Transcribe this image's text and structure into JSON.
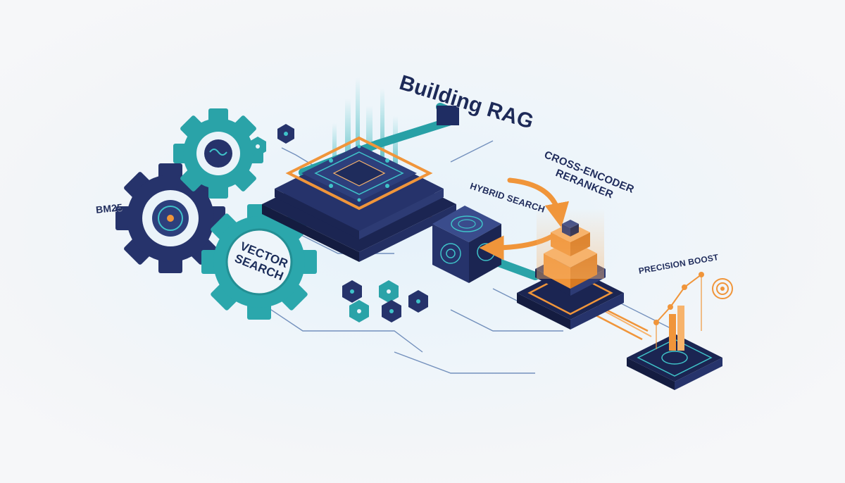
{
  "diagram": {
    "title": "Building RAG",
    "labels": {
      "bm25": "BM25",
      "vector_search": [
        "VECTOR",
        "SEARCH"
      ],
      "hybrid_search": "HYBRID SEARCH",
      "cross_encoder": [
        "CROSS-ENCODER",
        "RERANKER"
      ],
      "precision_boost": "PRECISION BOOST"
    },
    "icons": [
      "gear-icon",
      "retrieval-chip-icon",
      "hybrid-search-cube-icon",
      "reranker-tower-icon",
      "precision-chart-icon",
      "target-icon",
      "curved-arrow-icon"
    ]
  },
  "colors": {
    "navy": "#26336b",
    "navy_dark": "#1b2552",
    "teal": "#2aa3a8",
    "teal_light": "#3fc3c9",
    "orange": "#f0953a",
    "orange_light": "#f7b36c"
  }
}
